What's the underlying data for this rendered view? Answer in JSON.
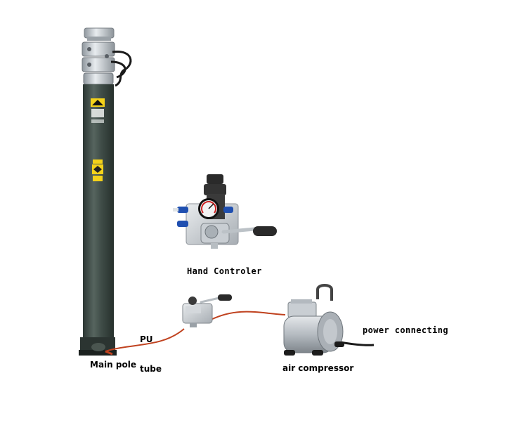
{
  "labels": {
    "main_pole": "Main pole",
    "pu_tube_line1": "PU",
    "pu_tube_line2": "tube",
    "hand_controller": "Hand Controler",
    "air_compressor": "air compressor",
    "power_connecting": "power connecting"
  },
  "colors": {
    "pole_body": "#3c4a45",
    "pole_top": "#c6ccd2",
    "pu_tube": "#c0421f",
    "cable": "#1a1a1a",
    "compressor_body": "#b9bec3",
    "handle": "#2a2a2a",
    "fitting_blue": "#1f4fb0"
  },
  "icons": [
    "telescopic-mast-icon",
    "hand-controller-icon",
    "valve-icon",
    "air-compressor-icon"
  ]
}
